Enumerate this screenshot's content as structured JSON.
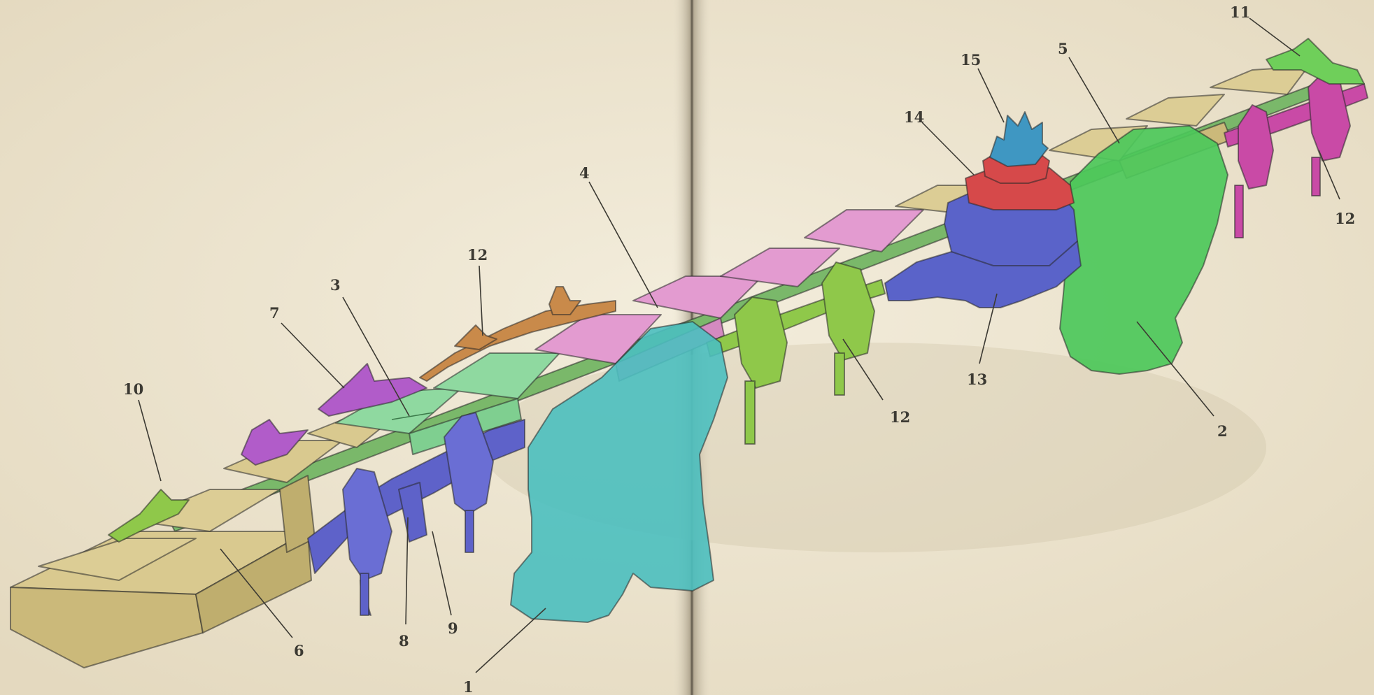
{
  "palette": {
    "paper": "#efe8d6",
    "paper_edge": "#e2d8bf",
    "gutter": "#4a4337",
    "label": "#3c3a33",
    "sand_tile": "#d9c98f",
    "mint_tile": "#8fd9a0",
    "pink_tile": "#e39bd0",
    "orange_rail": "#c98a4a",
    "purple_rail": "#b15cc9",
    "blue_rail": "#5e62c9",
    "lime_rail": "#8fc84a",
    "magenta_rail": "#c94aa6",
    "cyan_rock": "#4bbfbf",
    "green_rock": "#4cc85a",
    "navy_pedestal": "#5a63c9",
    "red_band": "#d6494a",
    "teal_crystal": "#3f97c2"
  },
  "callouts": [
    {
      "id": "callout-1",
      "text": "1"
    },
    {
      "id": "callout-2",
      "text": "2"
    },
    {
      "id": "callout-3",
      "text": "3"
    },
    {
      "id": "callout-4",
      "text": "4"
    },
    {
      "id": "callout-5",
      "text": "5"
    },
    {
      "id": "callout-6",
      "text": "6"
    },
    {
      "id": "callout-7",
      "text": "7"
    },
    {
      "id": "callout-8",
      "text": "8"
    },
    {
      "id": "callout-9",
      "text": "9"
    },
    {
      "id": "callout-10",
      "text": "10"
    },
    {
      "id": "callout-11",
      "text": "11"
    },
    {
      "id": "callout-12a",
      "text": "12"
    },
    {
      "id": "callout-12b",
      "text": "12"
    },
    {
      "id": "callout-12c",
      "text": "12"
    },
    {
      "id": "callout-13",
      "text": "13"
    },
    {
      "id": "callout-14",
      "text": "14"
    },
    {
      "id": "callout-15",
      "text": "15"
    }
  ]
}
